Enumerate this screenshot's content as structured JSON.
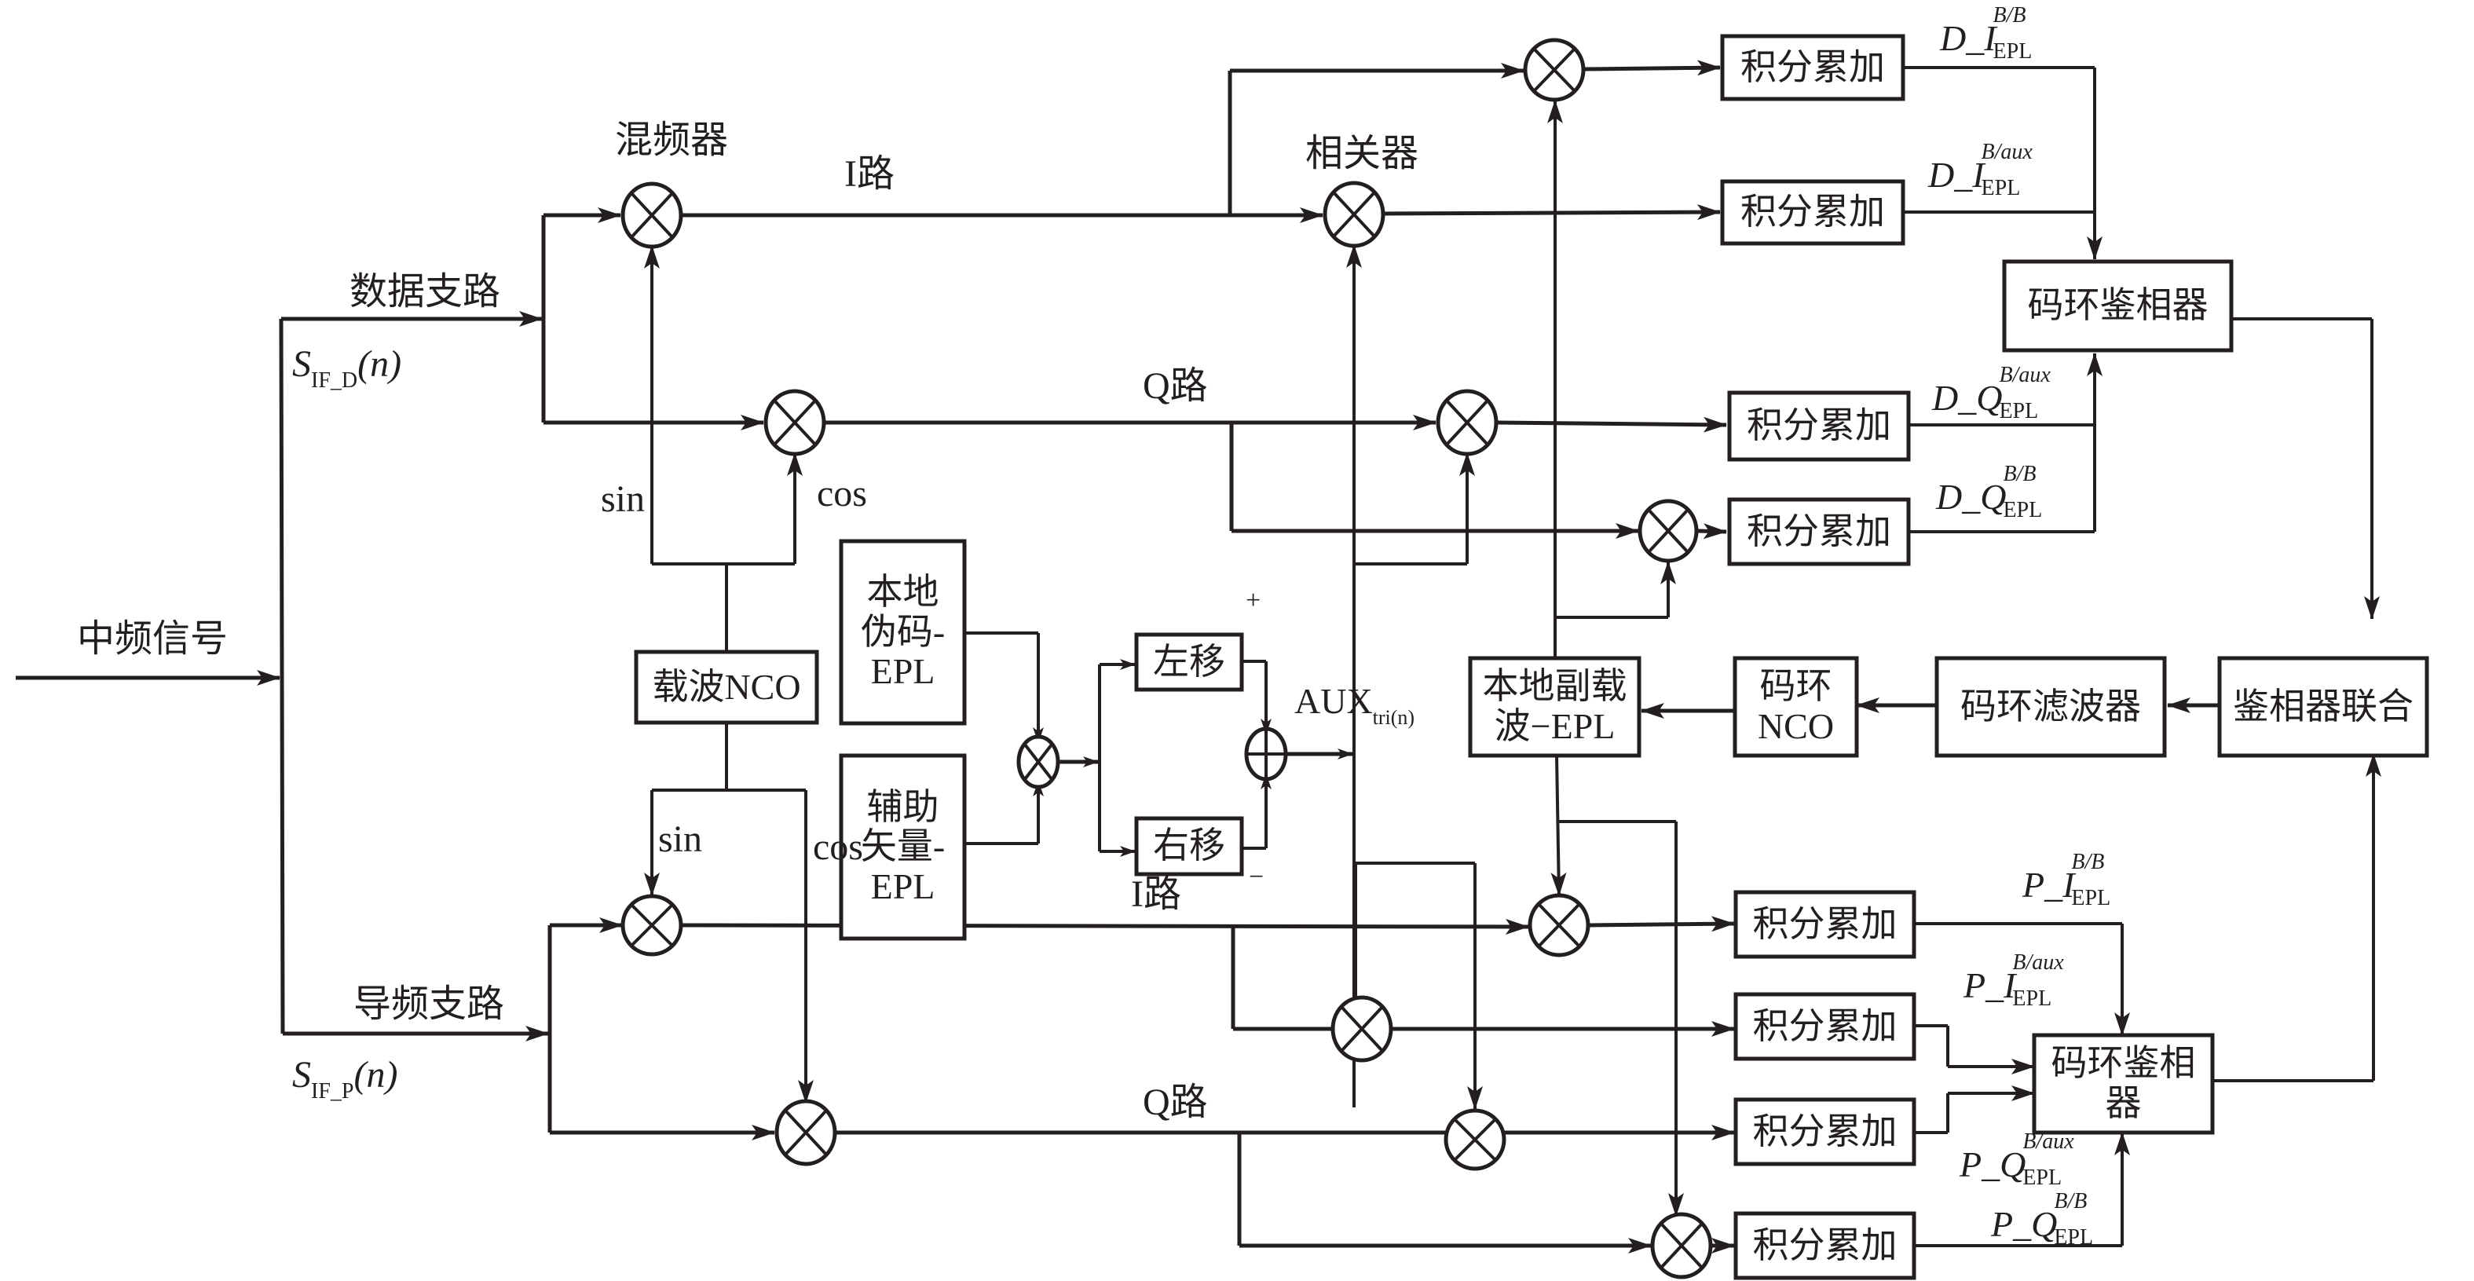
{
  "diagram": {
    "input_label": "中频信号",
    "data_branch": {
      "label": "数据支路",
      "signal": {
        "base": "S",
        "sub": "IF_D",
        "arg": "(n)"
      }
    },
    "pilot_branch": {
      "label": "导频支路",
      "signal": {
        "base": "S",
        "sub": "IF_P",
        "arg": "(n)"
      }
    },
    "mixer_label": "混频器",
    "correlator_label": "相关器",
    "i_path_label": "I路",
    "q_path_label": "Q路",
    "sin_label": "sin",
    "cos_label": "cos",
    "carrier_nco": "载波NCO",
    "local_prn": [
      "本地",
      "伪码-",
      "EPL"
    ],
    "aux_vector": [
      "辅助",
      "矢量-",
      "EPL"
    ],
    "left_shift": "左移",
    "right_shift": "右移",
    "plus_sign": "+",
    "minus_sign": "−",
    "aux_output": {
      "base": "AUX",
      "sub": "tri(n)"
    },
    "local_subcarrier": [
      "本地副载",
      "波−EPL"
    ],
    "code_nco": [
      "码环",
      "NCO"
    ],
    "code_loop_filter": "码环滤波器",
    "discriminator_combiner": "鉴相器联合",
    "code_discriminator": "码环鉴相器",
    "integrator": "积分累加",
    "outputs": {
      "d_i_bb": {
        "prefix": "D_I",
        "sup": "B/B",
        "sub": "EPL"
      },
      "d_i_aux": {
        "prefix": "D_I",
        "sup": "B/aux",
        "sub": "EPL"
      },
      "d_q_aux": {
        "prefix": "D_Q",
        "sup": "B/aux",
        "sub": "EPL"
      },
      "d_q_bb": {
        "prefix": "D_Q",
        "sup": "B/B",
        "sub": "EPL"
      },
      "p_i_bb": {
        "prefix": "P_I",
        "sup": "B/B",
        "sub": "EPL"
      },
      "p_i_aux": {
        "prefix": "P_I",
        "sup": "B/aux",
        "sub": "EPL"
      },
      "p_q_aux": {
        "prefix": "P_Q",
        "sup": "B/aux",
        "sub": "EPL"
      },
      "p_q_bb": {
        "prefix": "P_Q",
        "sup": "B/B",
        "sub": "EPL"
      }
    }
  }
}
